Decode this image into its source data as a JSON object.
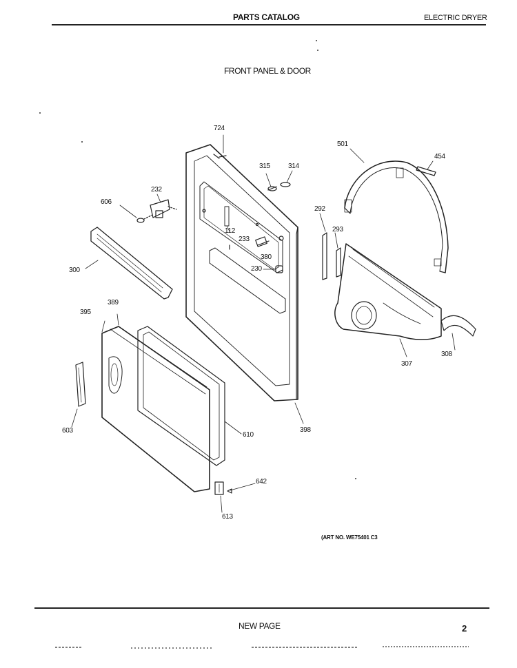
{
  "header": {
    "catalog_title": "PARTS CATALOG",
    "product": "ELECTRIC DRYER"
  },
  "section_title": "FRONT PANEL & DOOR",
  "callouts": {
    "c724": "724",
    "c315": "315",
    "c314": "314",
    "c501": "501",
    "c454": "454",
    "c232": "232",
    "c606": "606",
    "c292": "292",
    "c293": "293",
    "c112": "112",
    "c233": "233",
    "c380": "380",
    "c230": "230",
    "c300": "300",
    "c389": "389",
    "c395": "395",
    "c307": "307",
    "c308": "308",
    "c398": "398",
    "c603": "603",
    "c610": "610",
    "c642": "642",
    "c613": "613"
  },
  "art_number": "(ART NO. WE75401 C3",
  "footer": {
    "label": "NEW PAGE",
    "page_number": "2"
  }
}
